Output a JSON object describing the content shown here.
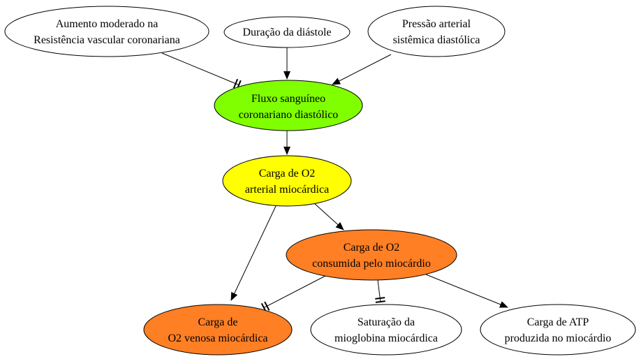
{
  "colors": {
    "stroke": "#000000",
    "default_fill": "#ffffff",
    "green_fill": "#7fff00",
    "yellow_fill": "#ffff00",
    "orange_fill": "#ff7f24"
  },
  "nodes": {
    "resistencia": {
      "line1": "Aumento moderado na",
      "line2": "Resistência vascular coronariana"
    },
    "duracao": {
      "line1": "Duração da diástole"
    },
    "pressao": {
      "line1": "Pressão arterial",
      "line2": "sistêmica diastólica"
    },
    "fluxo": {
      "line1": "Fluxo sanguíneo",
      "line2": "coronariano diastólico"
    },
    "carga_arterial": {
      "line1": "Carga de O2",
      "line2": "arterial miocárdica"
    },
    "carga_consumida": {
      "line1": "Carga de O2",
      "line2": "consumida pelo miocárdio"
    },
    "carga_venosa": {
      "line1": "Carga de",
      "line2": "O2 venosa miocárdica"
    },
    "saturacao": {
      "line1": "Saturação da",
      "line2": "mioglobina miocárdica"
    },
    "atp": {
      "line1": "Carga de ATP",
      "line2": "produzida no miocárdio"
    }
  },
  "edges": [
    {
      "from": "resistencia",
      "to": "fluxo",
      "arrowhead": "tee-double"
    },
    {
      "from": "duracao",
      "to": "fluxo",
      "arrowhead": "normal"
    },
    {
      "from": "pressao",
      "to": "fluxo",
      "arrowhead": "normal"
    },
    {
      "from": "fluxo",
      "to": "carga_arterial",
      "arrowhead": "normal"
    },
    {
      "from": "carga_arterial",
      "to": "carga_consumida",
      "arrowhead": "normal"
    },
    {
      "from": "carga_arterial",
      "to": "carga_venosa",
      "arrowhead": "normal"
    },
    {
      "from": "carga_consumida",
      "to": "carga_venosa",
      "arrowhead": "tee-double"
    },
    {
      "from": "carga_consumida",
      "to": "saturacao",
      "arrowhead": "tee-double"
    },
    {
      "from": "carga_consumida",
      "to": "atp",
      "arrowhead": "normal"
    }
  ]
}
